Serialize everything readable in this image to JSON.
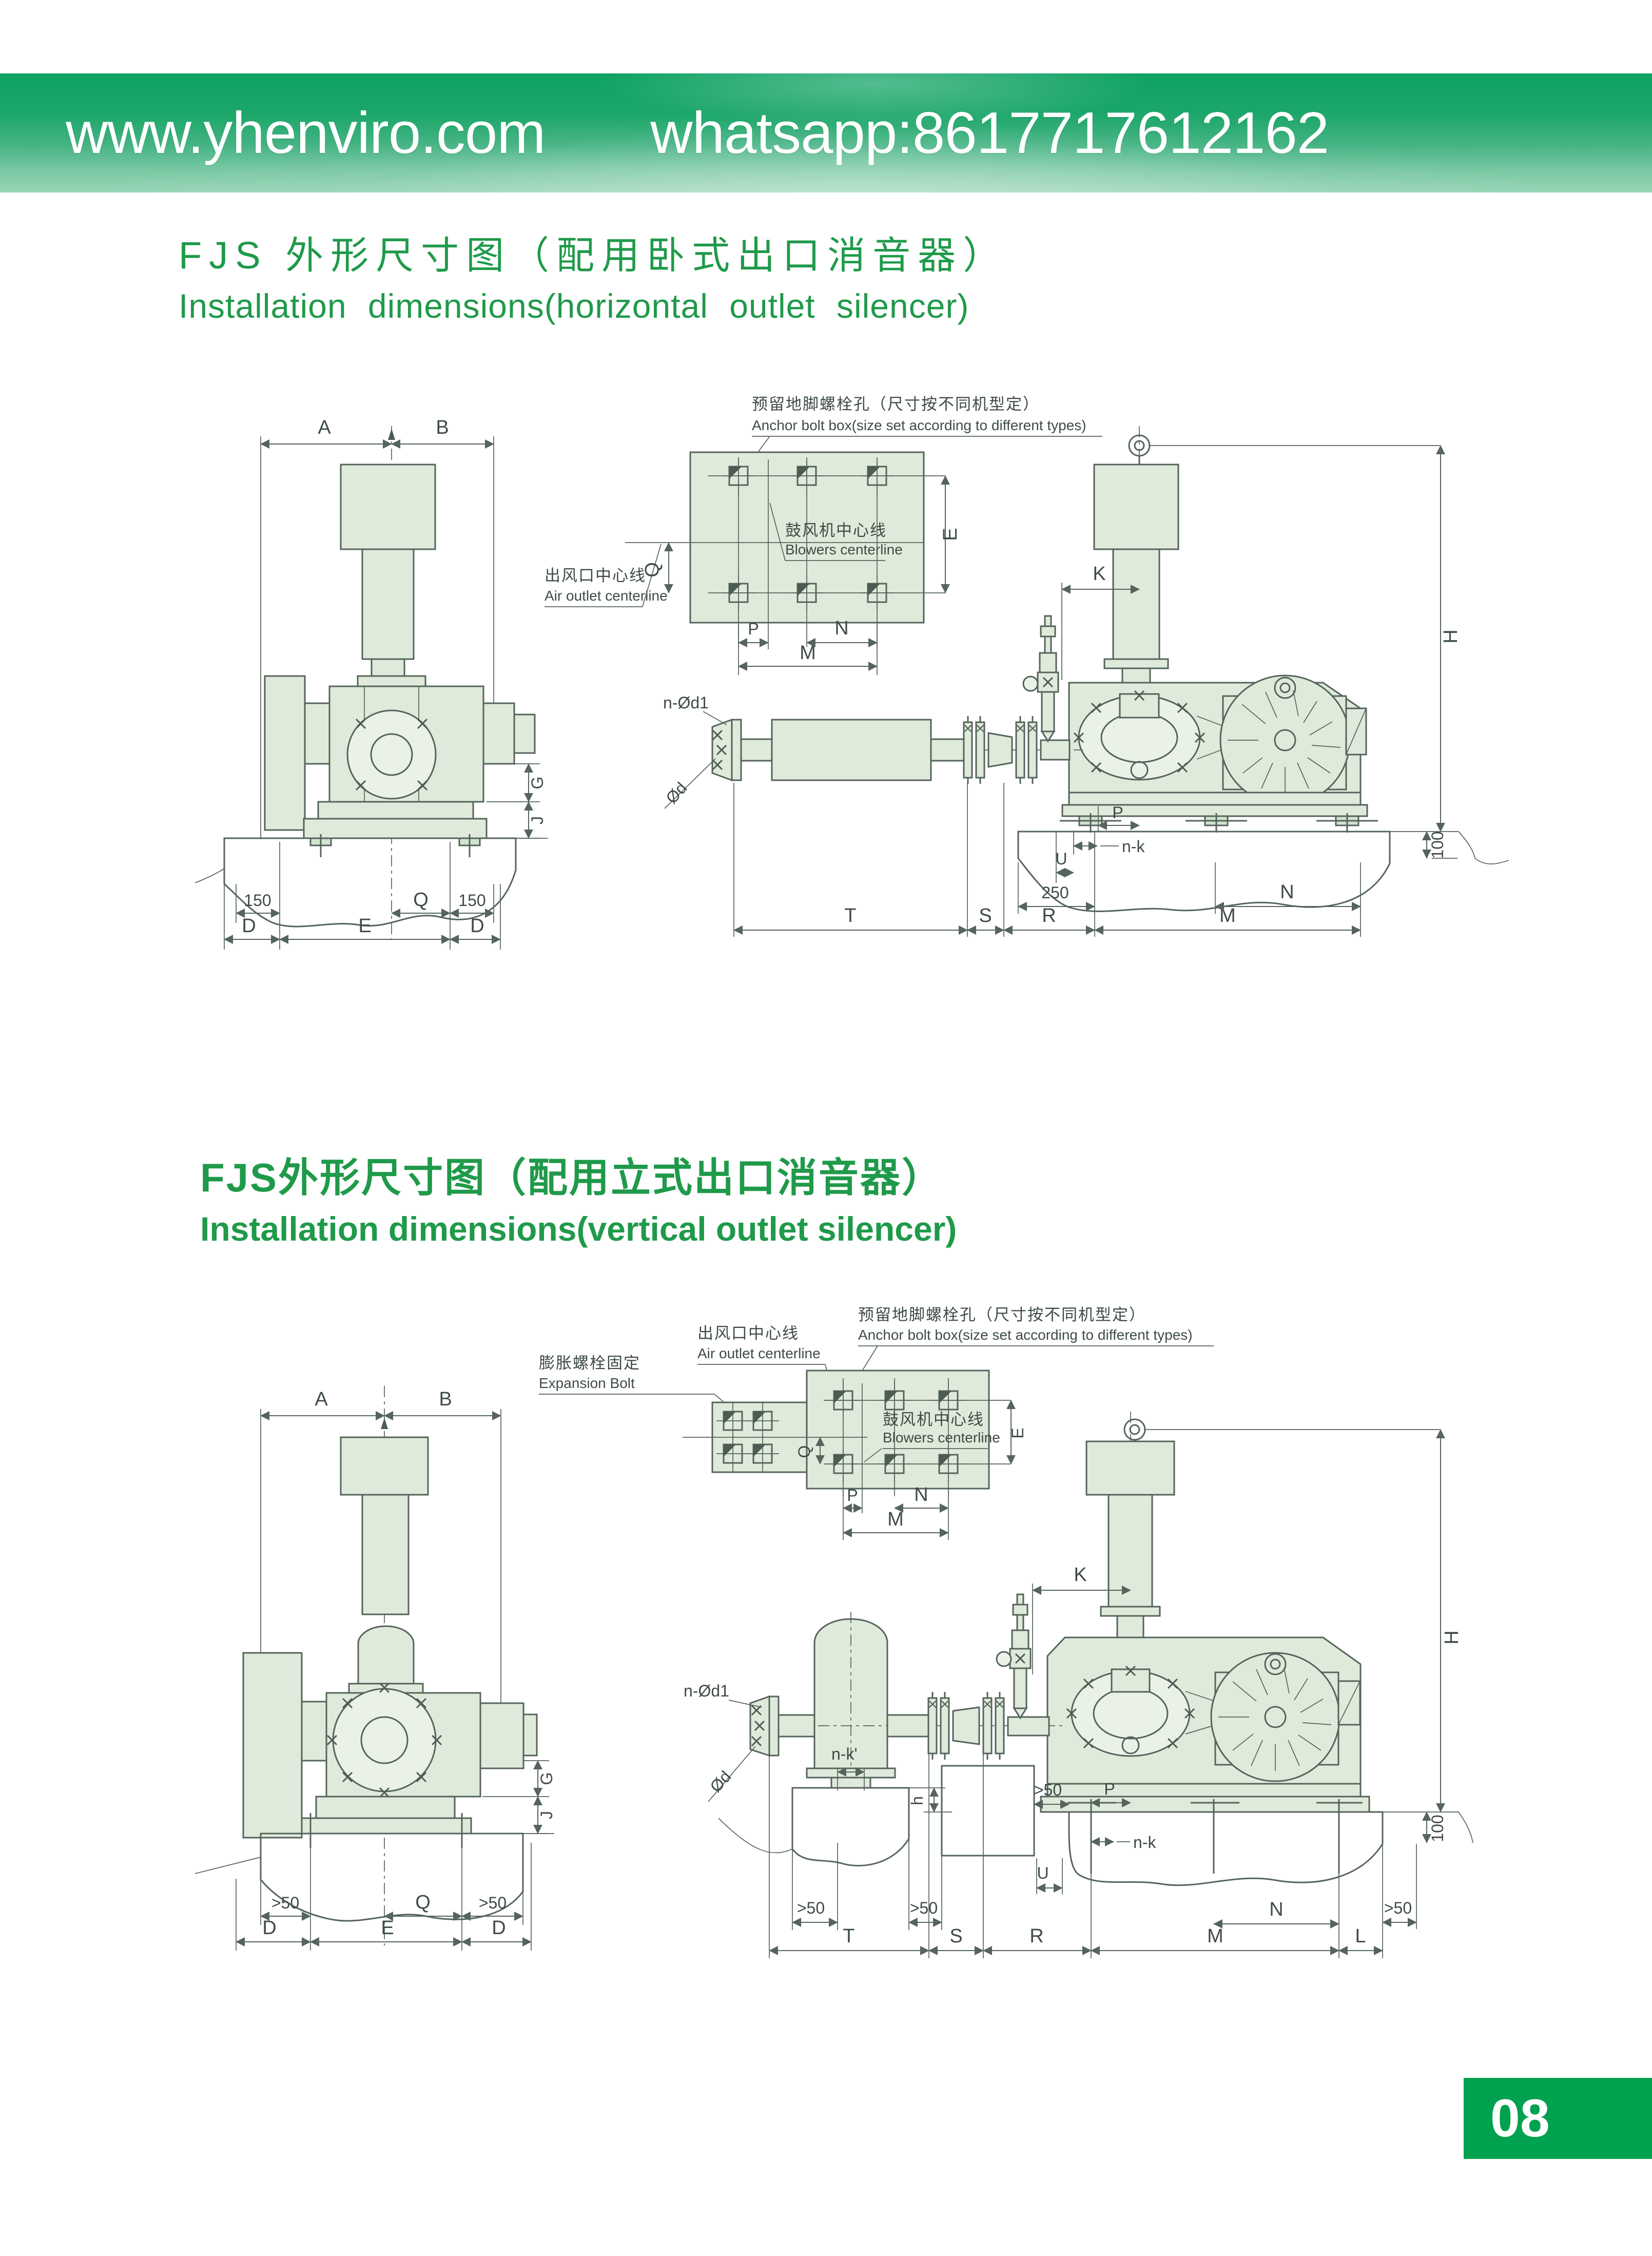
{
  "header": {
    "site": "www.yhenviro.com",
    "whatsapp": "whatsapp:8617717612162"
  },
  "sections": [
    {
      "title_zh": "FJS 外形尺寸图（配用卧式出口消音器）",
      "title_en": "Installation dimensions(horizontal outlet silencer)"
    },
    {
      "title_zh": "FJS外形尺寸图（配用立式出口消音器）",
      "title_en": "Installation dimensions(vertical outlet silencer)"
    }
  ],
  "labels": {
    "anchor_zh": "预留地脚螺栓孔（尺寸按不同机型定）",
    "anchor_en": "Anchor bolt box(size set according to different types)",
    "air_zh": "出风口中心线",
    "air_en": "Air outlet centerline",
    "blower_zh": "鼓风机中心线",
    "blower_en": "Blowers centerline",
    "expansion_zh": "膨胀螺栓固定",
    "expansion_en": "Expansion Bolt"
  },
  "dims": {
    "A": "A",
    "B": "B",
    "D": "D",
    "E": "E",
    "G": "G",
    "H": "H",
    "J": "J",
    "K": "K",
    "L": "L",
    "M": "M",
    "N": "N",
    "P": "P",
    "Q": "Q",
    "R": "R",
    "S": "S",
    "T": "T",
    "U": "U",
    "v100": "100",
    "v150": "150",
    "v250": "250",
    "gt50": ">50",
    "h": "h",
    "n_od1": "n-Ød1",
    "od": "Ød",
    "n_k": "n-k",
    "n_k_prime": "n-k'"
  },
  "footer": {
    "page": "08"
  },
  "colors": {
    "title_green": "#1f9a4a",
    "page_green": "#00a14f",
    "header_green": "#0ea262",
    "line": "#55645c",
    "machine_fill": "#dfeada"
  }
}
